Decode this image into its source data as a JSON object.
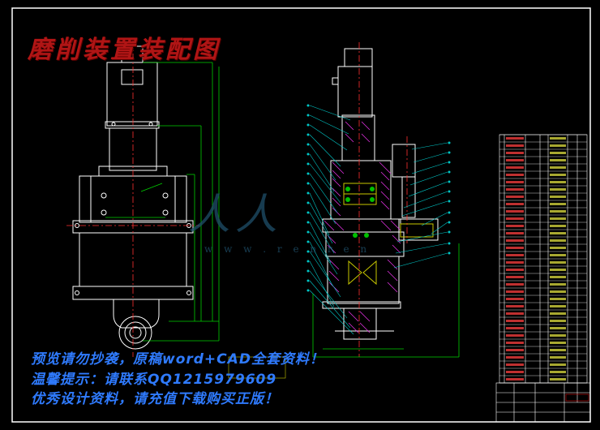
{
  "drawing": {
    "title": "磨削装置装配图",
    "notes": [
      "预览请勿抄袭，原稿word+CAD全套资料！",
      "温馨提示：请联系QQ1215979609",
      "优秀设计资料，请充值下载购买正版！"
    ],
    "watermark": {
      "logo_text": "人人",
      "url_text": "w w w . r e n r e n"
    }
  },
  "colors": {
    "background": "#000000",
    "frame": "#ffffff",
    "dimension": "#00d000",
    "part_line": "#ffffff",
    "center_line": "#ff3030",
    "hatching": "#e030e0",
    "gear": "#c8c800",
    "leader": "#00c8c8",
    "title_text": "#b01515",
    "note_text": "#2f7bff"
  }
}
